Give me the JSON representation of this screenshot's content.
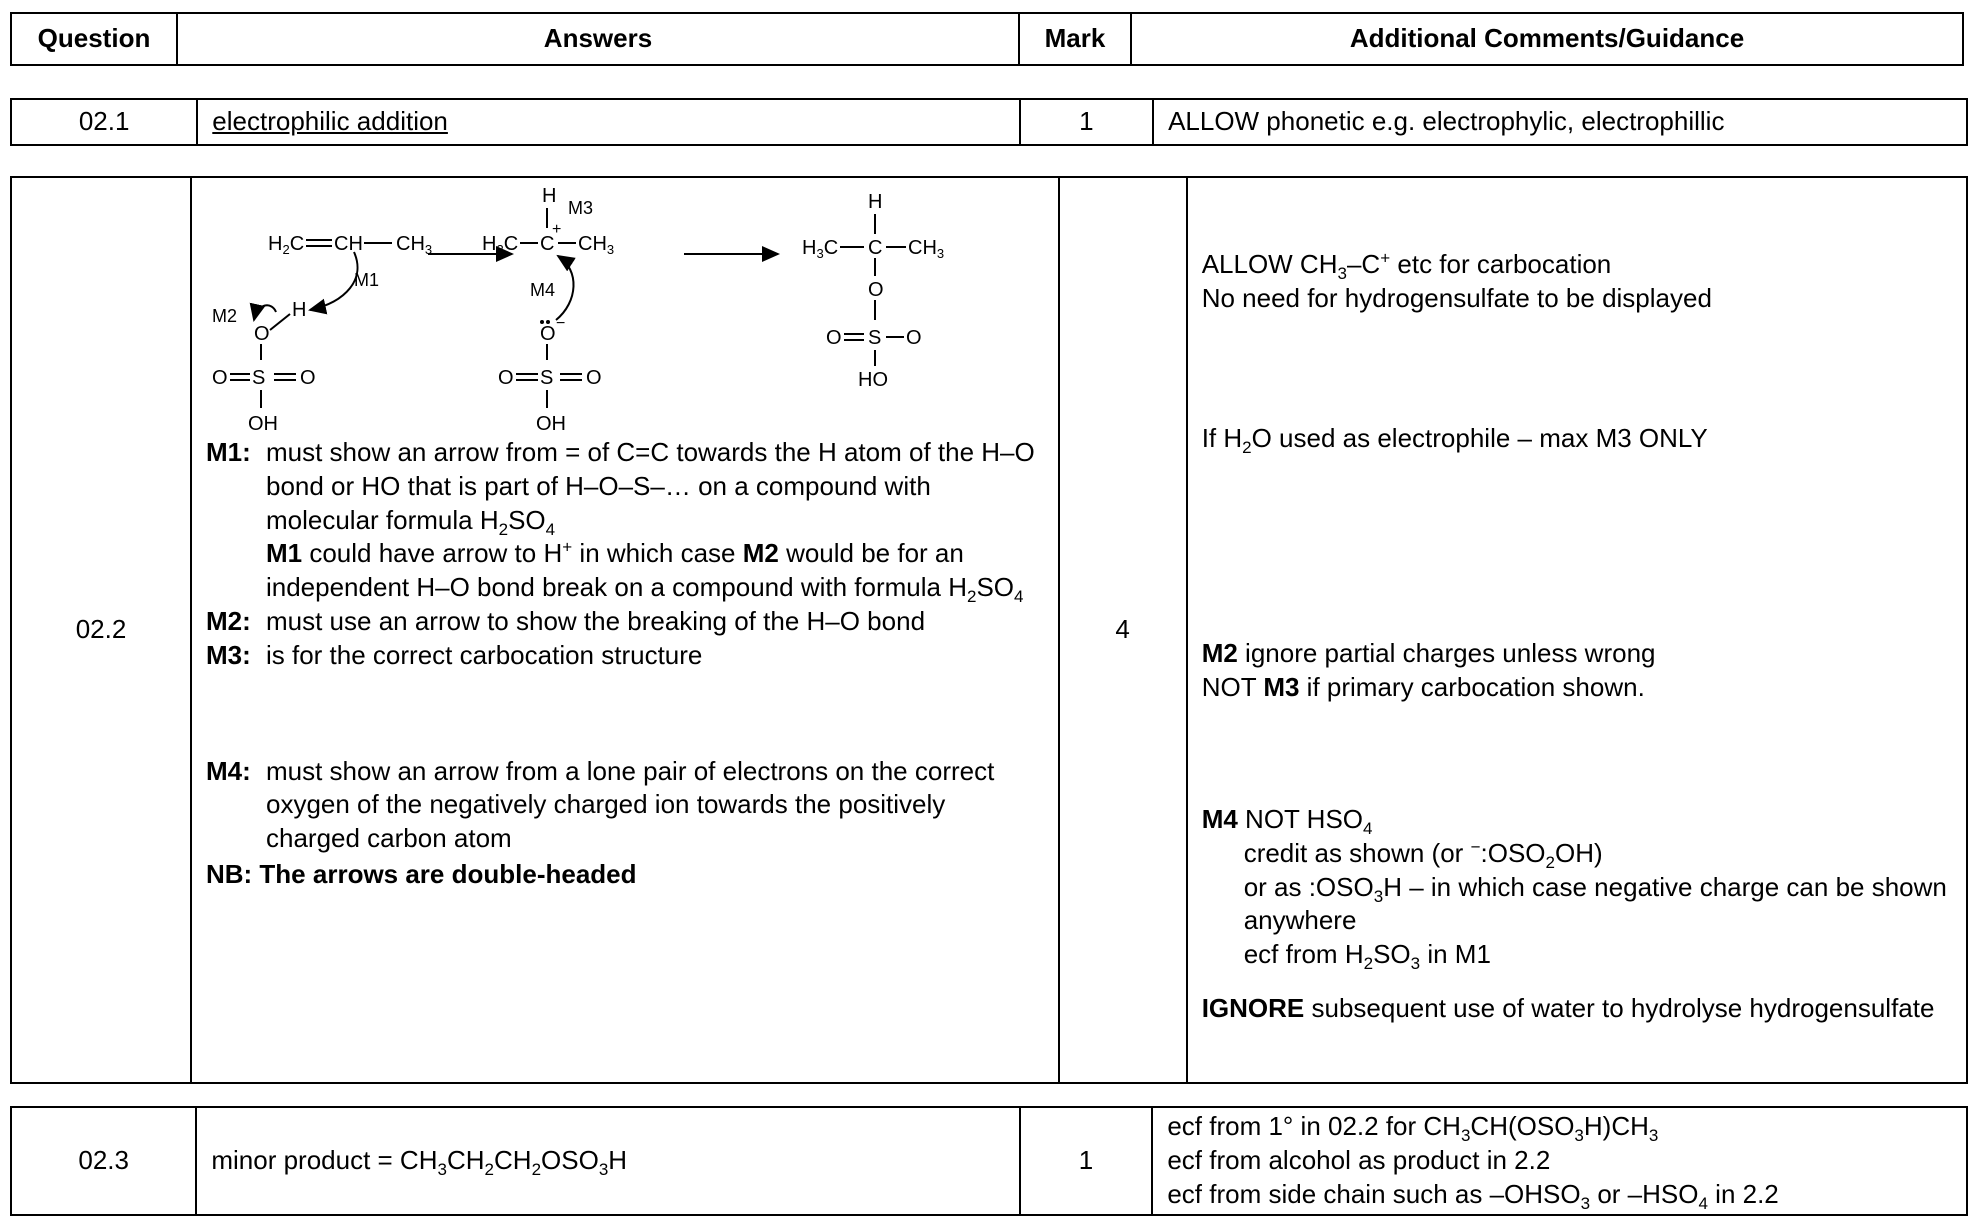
{
  "header": {
    "question": "Question",
    "answers": "Answers",
    "mark": "Mark",
    "comments": "Additional Comments/Guidance"
  },
  "row1": {
    "question": "02.1",
    "answer": "electrophilic addition",
    "mark": "1",
    "comment": "ALLOW phonetic e.g. electrophylic, electrophillic"
  },
  "row2": {
    "question": "02.2",
    "mark": "4",
    "diagram": {
      "m1": "M1",
      "m2": "M2",
      "m3": "M3",
      "m4": "M4",
      "h": "H",
      "o": "O",
      "s": "S",
      "oh": "OH",
      "ho": "HO",
      "ch3": "CH",
      "h3c": "H",
      "c": "C",
      "plus": "+",
      "minus": "−"
    },
    "m1_label": "M1:",
    "m1_text_a": "must show an arrow from = of C=C towards the H atom of the H–O bond or HO that is part of H–O–S–… on a compound with molecular formula H",
    "m1_sub_a": "2",
    "m1_text_b": "SO",
    "m1_sub_b": "4",
    "m1_extra_bold1": "M1",
    "m1_extra_a": " could have arrow to H",
    "m1_extra_sup": "+",
    "m1_extra_b": " in which case ",
    "m1_extra_bold2": "M2",
    "m1_extra_c": " would be for an independent H–O bond break on a compound with formula H",
    "m1_extra_sub1": "2",
    "m1_extra_d": "SO",
    "m1_extra_sub2": "4",
    "m2_label": "M2:",
    "m2_text": "must use an arrow to show the breaking of the H–O bond",
    "m3_label": "M3:",
    "m3_text": "is for the correct carbocation structure",
    "m4_label": "M4:",
    "m4_text": "must show an arrow from a lone pair of electrons on the correct oxygen of the negatively charged ion towards the positively charged carbon atom",
    "nb": "NB: The arrows are double-headed",
    "c_allow_a": "ALLOW CH",
    "c_allow_sub": "3",
    "c_allow_b": "–C",
    "c_allow_sup": "+",
    "c_allow_c": " etc for carbocation",
    "c_noneed": "No need for hydrogensulfate to be displayed",
    "c_water_a": "If H",
    "c_water_sub": "2",
    "c_water_b": "O used as electrophile – max M3 ONLY",
    "c_m2_bold": "M2",
    "c_m2_text": " ignore partial charges unless wrong",
    "c_not_a": "NOT ",
    "c_not_bold": "M3",
    "c_not_b": " if primary carbocation shown.",
    "c_m4_bold": "M4",
    "c_m4_text": " NOT HSO",
    "c_m4_sub": "4",
    "c_credit_a": "credit as shown (or ",
    "c_credit_sup": "−",
    "c_credit_b": ":OSO",
    "c_credit_sub": "2",
    "c_credit_c": "OH)",
    "c_oras_a": "or as :OSO",
    "c_oras_sub": "3",
    "c_oras_b": "H – in which case negative charge can be shown anywhere",
    "c_ecf_a": "ecf from H",
    "c_ecf_sub1": "2",
    "c_ecf_b": "SO",
    "c_ecf_sub2": "3",
    "c_ecf_c": " in M1",
    "c_ignore_bold": "IGNORE",
    "c_ignore_text": " subsequent use of water to hydrolyse hydrogensulfate"
  },
  "row3": {
    "question": "02.3",
    "answer_a": "minor product = CH",
    "answer_s1": "3",
    "answer_b": "CH",
    "answer_s2": "2",
    "answer_c": "CH",
    "answer_s3": "2",
    "answer_d": "OSO",
    "answer_s4": "3",
    "answer_e": "H",
    "mark": "1",
    "c1_a": "ecf from 1° in 02.2 for CH",
    "c1_s1": "3",
    "c1_b": "CH(OSO",
    "c1_s2": "3",
    "c1_c": "H)CH",
    "c1_s3": "3",
    "c2": "ecf from alcohol as product in 2.2",
    "c3_a": "ecf from side chain such as –OHSO",
    "c3_s1": "3",
    "c3_b": " or –HSO",
    "c3_s2": "4",
    "c3_c": " in 2.2"
  }
}
